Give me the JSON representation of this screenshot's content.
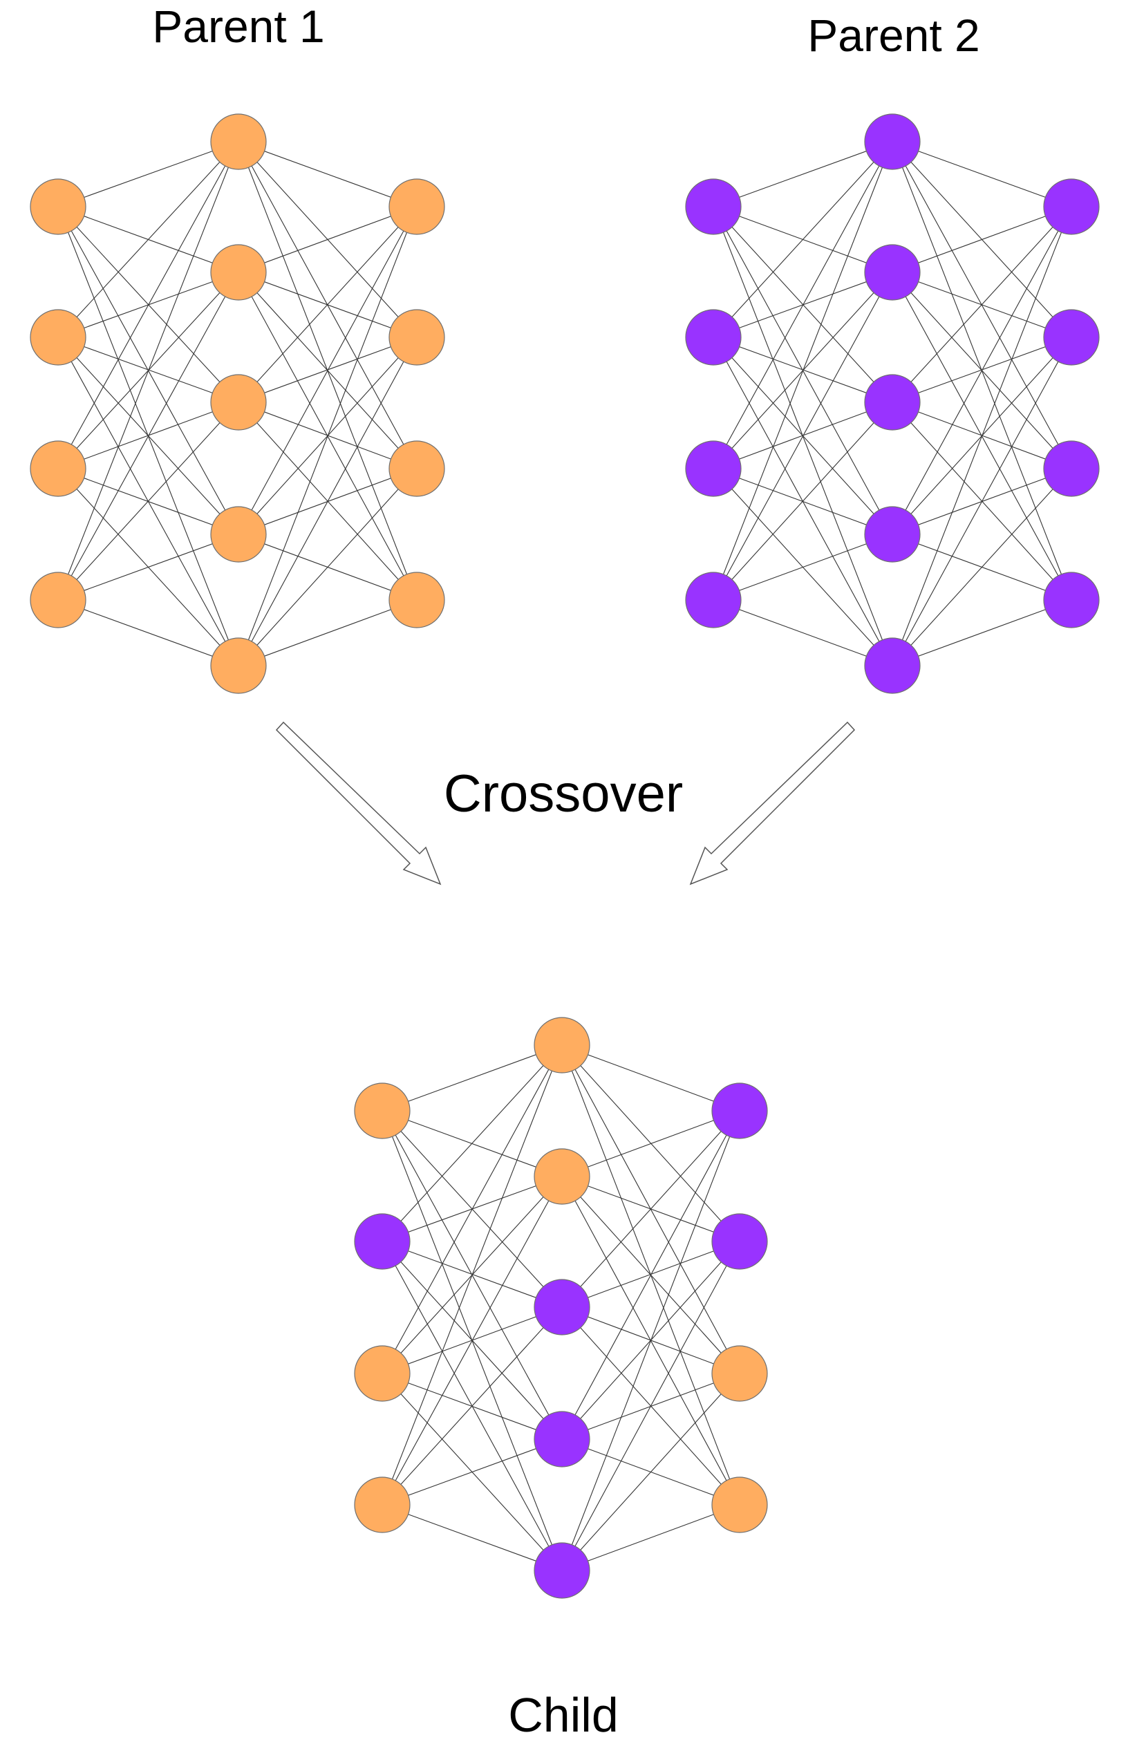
{
  "labels": {
    "parent1": "Parent 1",
    "parent2": "Parent 2",
    "crossover": "Crossover",
    "child": "Child"
  },
  "colors": {
    "orange": "#FFAD60",
    "purple": "#9933FF",
    "edge": "#333333"
  },
  "networks": {
    "parent1": {
      "input": [
        "orange",
        "orange",
        "orange",
        "orange"
      ],
      "hidden": [
        "orange",
        "orange",
        "orange",
        "orange",
        "orange"
      ],
      "output": [
        "orange",
        "orange",
        "orange",
        "orange"
      ]
    },
    "parent2": {
      "input": [
        "purple",
        "purple",
        "purple",
        "purple"
      ],
      "hidden": [
        "purple",
        "purple",
        "purple",
        "purple",
        "purple"
      ],
      "output": [
        "purple",
        "purple",
        "purple",
        "purple"
      ]
    },
    "child": {
      "input": [
        "orange",
        "purple",
        "orange",
        "orange"
      ],
      "hidden": [
        "orange",
        "orange",
        "purple",
        "purple",
        "purple"
      ],
      "output": [
        "purple",
        "purple",
        "orange",
        "orange"
      ]
    }
  }
}
